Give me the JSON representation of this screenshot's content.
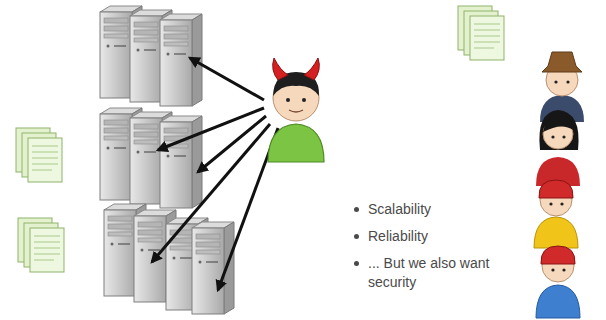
{
  "diagram": {
    "labels": [
      "Scalability",
      "Reliability",
      "... But we also want security"
    ]
  }
}
